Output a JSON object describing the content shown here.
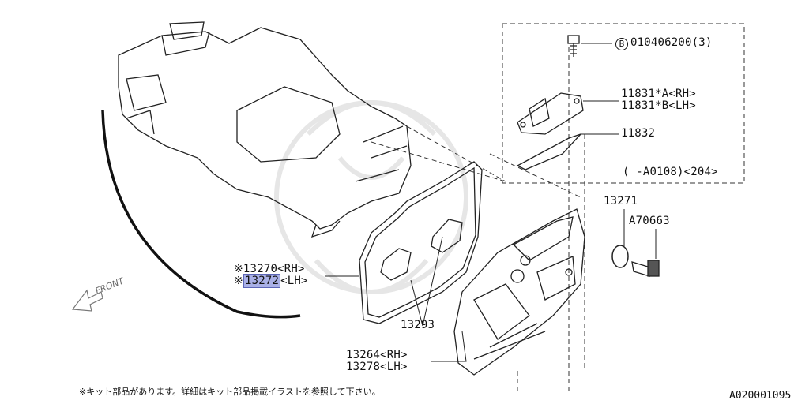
{
  "parts": {
    "bolt_ref": "010406200(3)",
    "bolt_circle": "B",
    "bracket_a": "11831*A<RH>",
    "bracket_b": "11831*B<LH>",
    "plate": "11832",
    "date_range": "( -A0108)<204>",
    "washer": "13271",
    "cover_bolt": "A70663",
    "gasket_rh": "※13270<RH>",
    "gasket_lh_mark": "※",
    "gasket_lh": "13272",
    "gasket_lh_suffix": "<LH>",
    "plug_seal": "13293",
    "cover_rh": "13264<RH>",
    "cover_lh": "13278<LH>"
  },
  "front_label": "FRONT",
  "footnote": "※キット部品があります。詳細はキット部品掲載イラストを参照して下さい。",
  "diagram_ref": "A020001095",
  "colors": {
    "highlight": "#a9b0e6",
    "line": "#111111",
    "watermark": "#e4e4e4"
  }
}
